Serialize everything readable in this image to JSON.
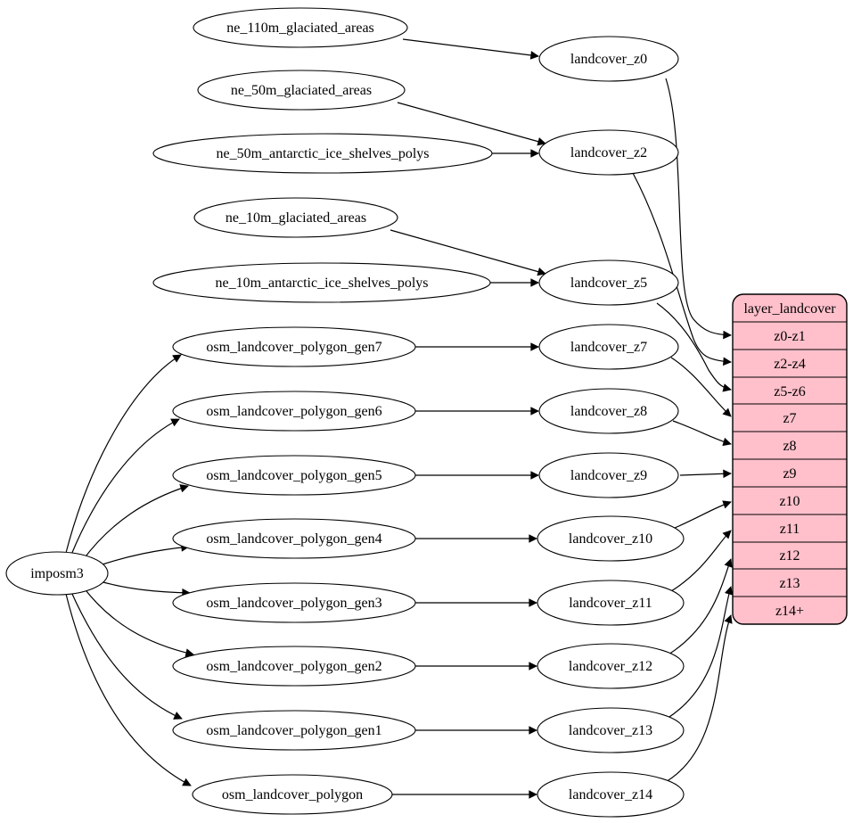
{
  "diagram": {
    "background": "#ffffff",
    "node_fill": "#ffffff",
    "node_stroke": "#000000",
    "table_fill": "#ffc0cb",
    "text_color": "#000000"
  },
  "nodes": {
    "root": {
      "label": "imposm3"
    },
    "sources": [
      {
        "label": "ne_110m_glaciated_areas"
      },
      {
        "label": "ne_50m_glaciated_areas"
      },
      {
        "label": "ne_50m_antarctic_ice_shelves_polys"
      },
      {
        "label": "ne_10m_glaciated_areas"
      },
      {
        "label": "ne_10m_antarctic_ice_shelves_polys"
      },
      {
        "label": "osm_landcover_polygon_gen7"
      },
      {
        "label": "osm_landcover_polygon_gen6"
      },
      {
        "label": "osm_landcover_polygon_gen5"
      },
      {
        "label": "osm_landcover_polygon_gen4"
      },
      {
        "label": "osm_landcover_polygon_gen3"
      },
      {
        "label": "osm_landcover_polygon_gen2"
      },
      {
        "label": "osm_landcover_polygon_gen1"
      },
      {
        "label": "osm_landcover_polygon"
      }
    ],
    "transforms": [
      {
        "label": "landcover_z0"
      },
      {
        "label": "landcover_z2"
      },
      {
        "label": "landcover_z5"
      },
      {
        "label": "landcover_z7"
      },
      {
        "label": "landcover_z8"
      },
      {
        "label": "landcover_z9"
      },
      {
        "label": "landcover_z10"
      },
      {
        "label": "landcover_z11"
      },
      {
        "label": "landcover_z12"
      },
      {
        "label": "landcover_z13"
      },
      {
        "label": "landcover_z14"
      }
    ],
    "table": {
      "title": "layer_landcover",
      "rows": [
        "z0-z1",
        "z2-z4",
        "z5-z6",
        "z7",
        "z8",
        "z9",
        "z10",
        "z11",
        "z12",
        "z13",
        "z14+"
      ]
    }
  },
  "edges": [
    {
      "from": "ne_110m_glaciated_areas",
      "to": "landcover_z0"
    },
    {
      "from": "ne_50m_glaciated_areas",
      "to": "landcover_z2"
    },
    {
      "from": "ne_50m_antarctic_ice_shelves_polys",
      "to": "landcover_z2"
    },
    {
      "from": "ne_10m_glaciated_areas",
      "to": "landcover_z5"
    },
    {
      "from": "ne_10m_antarctic_ice_shelves_polys",
      "to": "landcover_z5"
    },
    {
      "from": "osm_landcover_polygon_gen7",
      "to": "landcover_z7"
    },
    {
      "from": "osm_landcover_polygon_gen6",
      "to": "landcover_z8"
    },
    {
      "from": "osm_landcover_polygon_gen5",
      "to": "landcover_z9"
    },
    {
      "from": "osm_landcover_polygon_gen4",
      "to": "landcover_z10"
    },
    {
      "from": "osm_landcover_polygon_gen3",
      "to": "landcover_z11"
    },
    {
      "from": "osm_landcover_polygon_gen2",
      "to": "landcover_z12"
    },
    {
      "from": "osm_landcover_polygon_gen1",
      "to": "landcover_z13"
    },
    {
      "from": "osm_landcover_polygon",
      "to": "landcover_z14"
    },
    {
      "from": "imposm3",
      "to": "osm_landcover_polygon_gen7"
    },
    {
      "from": "imposm3",
      "to": "osm_landcover_polygon_gen6"
    },
    {
      "from": "imposm3",
      "to": "osm_landcover_polygon_gen5"
    },
    {
      "from": "imposm3",
      "to": "osm_landcover_polygon_gen4"
    },
    {
      "from": "imposm3",
      "to": "osm_landcover_polygon_gen3"
    },
    {
      "from": "imposm3",
      "to": "osm_landcover_polygon_gen2"
    },
    {
      "from": "imposm3",
      "to": "osm_landcover_polygon_gen1"
    },
    {
      "from": "imposm3",
      "to": "osm_landcover_polygon"
    },
    {
      "from": "landcover_z0",
      "to": "layer_landcover:z0-z1"
    },
    {
      "from": "landcover_z2",
      "to": "layer_landcover:z2-z4"
    },
    {
      "from": "landcover_z5",
      "to": "layer_landcover:z5-z6"
    },
    {
      "from": "landcover_z7",
      "to": "layer_landcover:z7"
    },
    {
      "from": "landcover_z8",
      "to": "layer_landcover:z8"
    },
    {
      "from": "landcover_z9",
      "to": "layer_landcover:z9"
    },
    {
      "from": "landcover_z10",
      "to": "layer_landcover:z10"
    },
    {
      "from": "landcover_z11",
      "to": "layer_landcover:z11"
    },
    {
      "from": "landcover_z12",
      "to": "layer_landcover:z12"
    },
    {
      "from": "landcover_z13",
      "to": "layer_landcover:z13"
    },
    {
      "from": "landcover_z14",
      "to": "layer_landcover:z14+"
    }
  ]
}
